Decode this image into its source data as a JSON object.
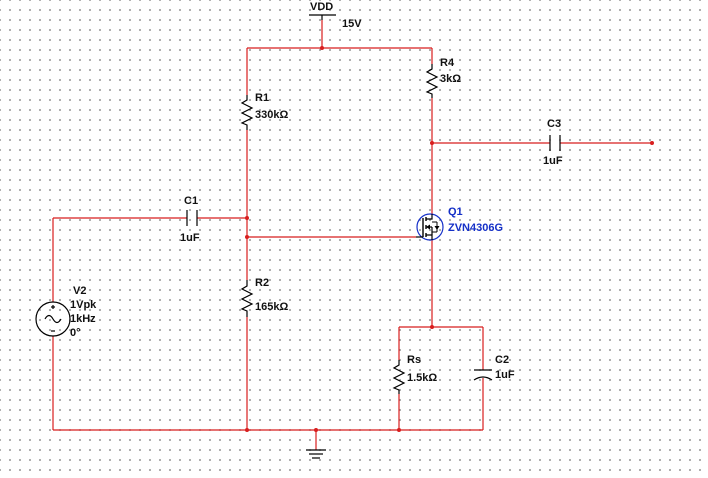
{
  "supply": {
    "name": "VDD",
    "value": "15V"
  },
  "components": {
    "R1": {
      "ref": "R1",
      "value": "330kΩ"
    },
    "R2": {
      "ref": "R2",
      "value": "165kΩ"
    },
    "R4": {
      "ref": "R4",
      "value": "3kΩ"
    },
    "Rs": {
      "ref": "Rs",
      "value": "1.5kΩ"
    },
    "C1": {
      "ref": "C1",
      "value": "1uF"
    },
    "C2": {
      "ref": "C2",
      "value": "1uF"
    },
    "C3": {
      "ref": "C3",
      "value": "1uF"
    },
    "Q1": {
      "ref": "Q1",
      "value": "ZVN4306G"
    },
    "V2": {
      "ref": "V2",
      "amplitude": "1Vpk",
      "frequency": "1kHz",
      "phase": "0°"
    }
  },
  "colors": {
    "wire": "#d81e1e",
    "component": "#000000",
    "transistor": "#1530c8",
    "grid_dot": "#9a9a9a"
  },
  "icons": [
    "vdd-rail-icon",
    "resistor-icon",
    "capacitor-icon",
    "nmos-transistor-icon",
    "ac-source-icon",
    "ground-icon"
  ]
}
